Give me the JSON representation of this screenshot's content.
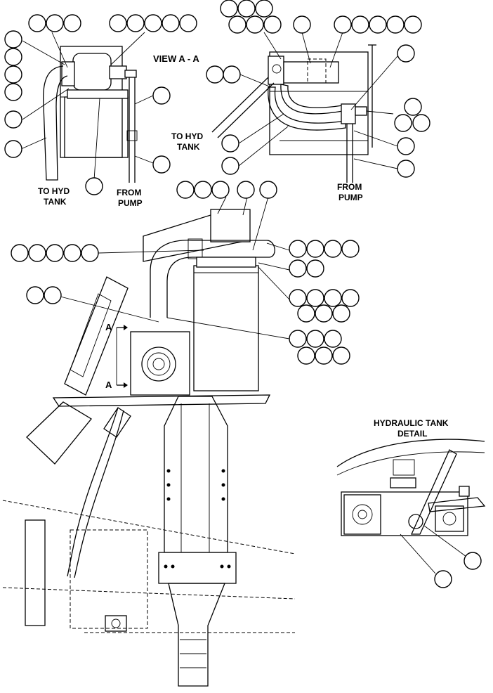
{
  "view_title": "VIEW A - A",
  "labels": {
    "to_hyd_tank_1": "TO HYD",
    "to_hyd_tank_2": "TANK",
    "from_pump_1": "FROM",
    "from_pump_2": "PUMP",
    "section_marker": "A",
    "hyd_tank_detail_1": "HYDRAULIC TANK",
    "hyd_tank_detail_2": "DETAIL"
  }
}
